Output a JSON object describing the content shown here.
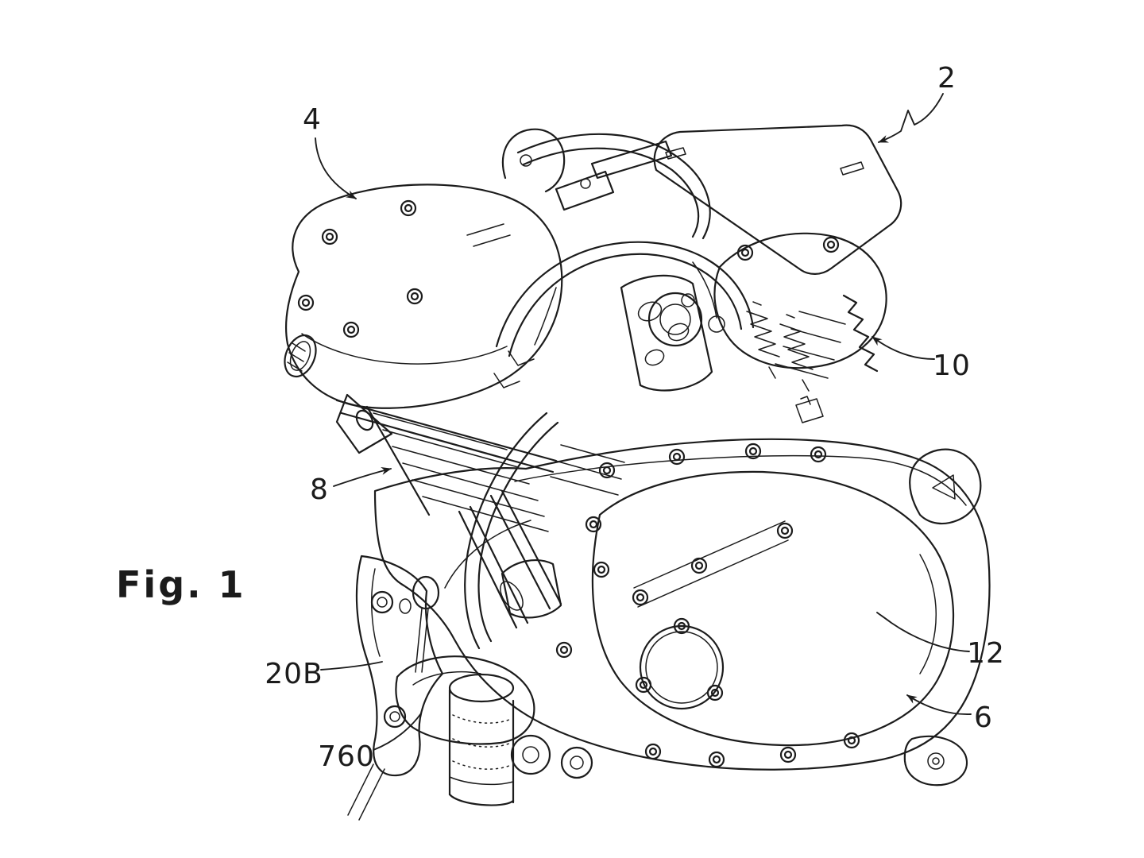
{
  "figure": {
    "label": "Fig. 1"
  },
  "callouts": [
    {
      "label": "2"
    },
    {
      "label": "4"
    },
    {
      "label": "8"
    },
    {
      "label": "10"
    },
    {
      "label": "12"
    },
    {
      "label": "6"
    },
    {
      "label": "20B"
    },
    {
      "label": "760"
    }
  ],
  "style": {
    "ink_color": "#1c1c1c",
    "background_color": "#ffffff"
  }
}
